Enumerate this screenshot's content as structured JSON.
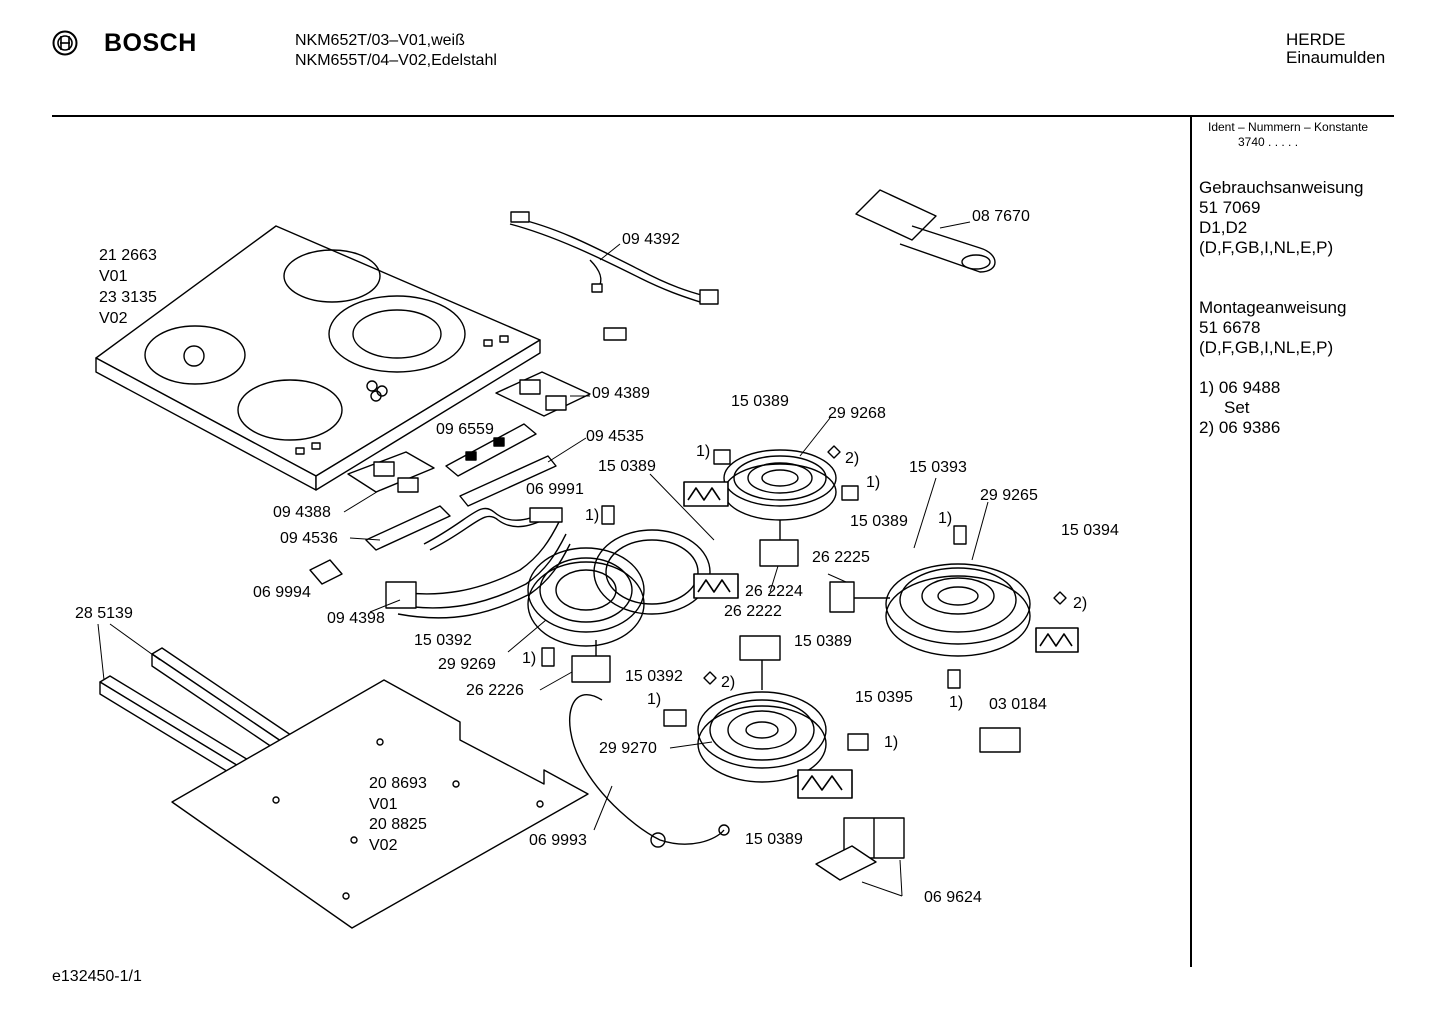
{
  "header": {
    "brand": "BOSCH",
    "models": [
      "NKM652T/03–V01,weiß",
      "NKM655T/04–V02,Edelstahl"
    ],
    "category": [
      "HERDE",
      "Einaumulden"
    ]
  },
  "sidebar": {
    "ident_label": "Ident – Nummern – Konstante",
    "ident_value": "3740  .  .  .  .  .",
    "docs": [
      {
        "title": "Gebrauchsanweisung",
        "lines": [
          "51 7069",
          "D1,D2",
          "(D,F,GB,I,NL,E,P)"
        ]
      },
      {
        "title": "Montageanweisung",
        "lines": [
          "51 6678",
          "(D,F,GB,I,NL,E,P)"
        ]
      }
    ],
    "notes": [
      "1)  06 9488",
      "Set",
      "2)  06 9386"
    ]
  },
  "parts": {
    "p212663": "21 2663",
    "v01a": "V01",
    "p233135": "23 3135",
    "v02a": "V02",
    "p094392": "09 4392",
    "p087670": "08 7670",
    "p094389": "09 4389",
    "p096559": "09 6559",
    "p094535": "09 4535",
    "p150389a": "15 0389",
    "p299268": "29 9268",
    "m2a": "2)",
    "m1a": "1)",
    "m1b": "1)",
    "p150389b": "15 0389",
    "p150393": "15 0393",
    "p299265": "29 9265",
    "p150394": "15 0394",
    "p069991": "06 9991",
    "p094388": "09 4388",
    "p094536": "09 4536",
    "m1c": "1)",
    "p150389c": "15 0389",
    "m1d": "1)",
    "p262225": "26 2225",
    "p262224": "26 2224",
    "m2b": "2)",
    "p069994": "06 9994",
    "p094398": "09 4398",
    "p285139": "28 5139",
    "p150392a": "15 0392",
    "p262222": "26 2222",
    "p150389d": "15 0389",
    "p299269": "29 9269",
    "m1e": "1)",
    "p150392b": "15 0392",
    "m2c": "2)",
    "p150395": "15 0395",
    "m1f": "1)",
    "p030184": "03 0184",
    "p262226": "26 2226",
    "m1g": "1)",
    "p299270": "29 9270",
    "m1h": "1)",
    "p208693": "20 8693",
    "v01b": "V01",
    "p208825": "20 8825",
    "v02b": "V02",
    "p069993": "06 9993",
    "p150389e": "15 0389",
    "p069624": "06 9624"
  },
  "footer": {
    "drawing_id": "e132450-1/1"
  }
}
